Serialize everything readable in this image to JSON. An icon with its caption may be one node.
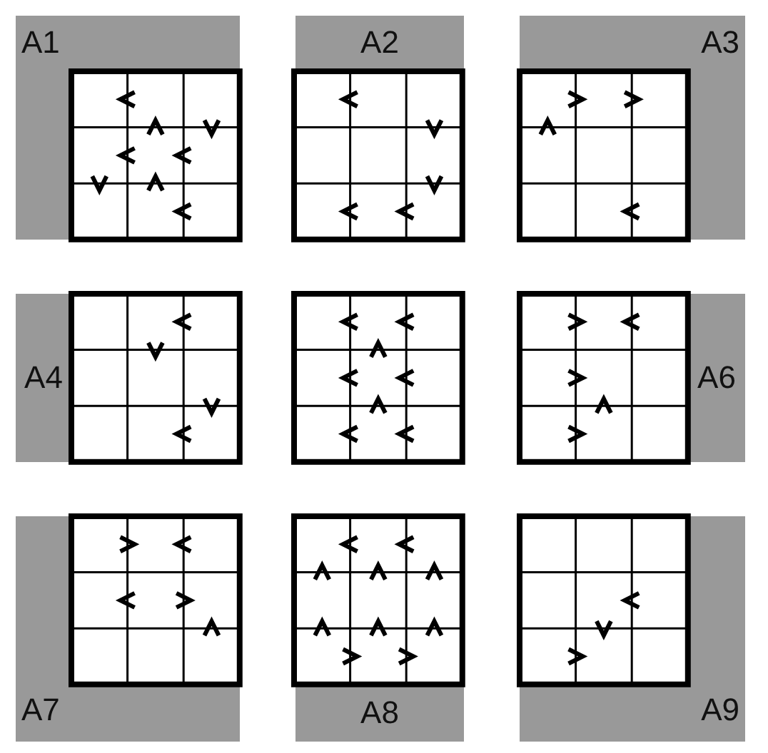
{
  "diagram": {
    "labels": [
      "A1",
      "A2",
      "A3",
      "A4",
      "A6",
      "A7",
      "A8",
      "A9"
    ]
  }
}
